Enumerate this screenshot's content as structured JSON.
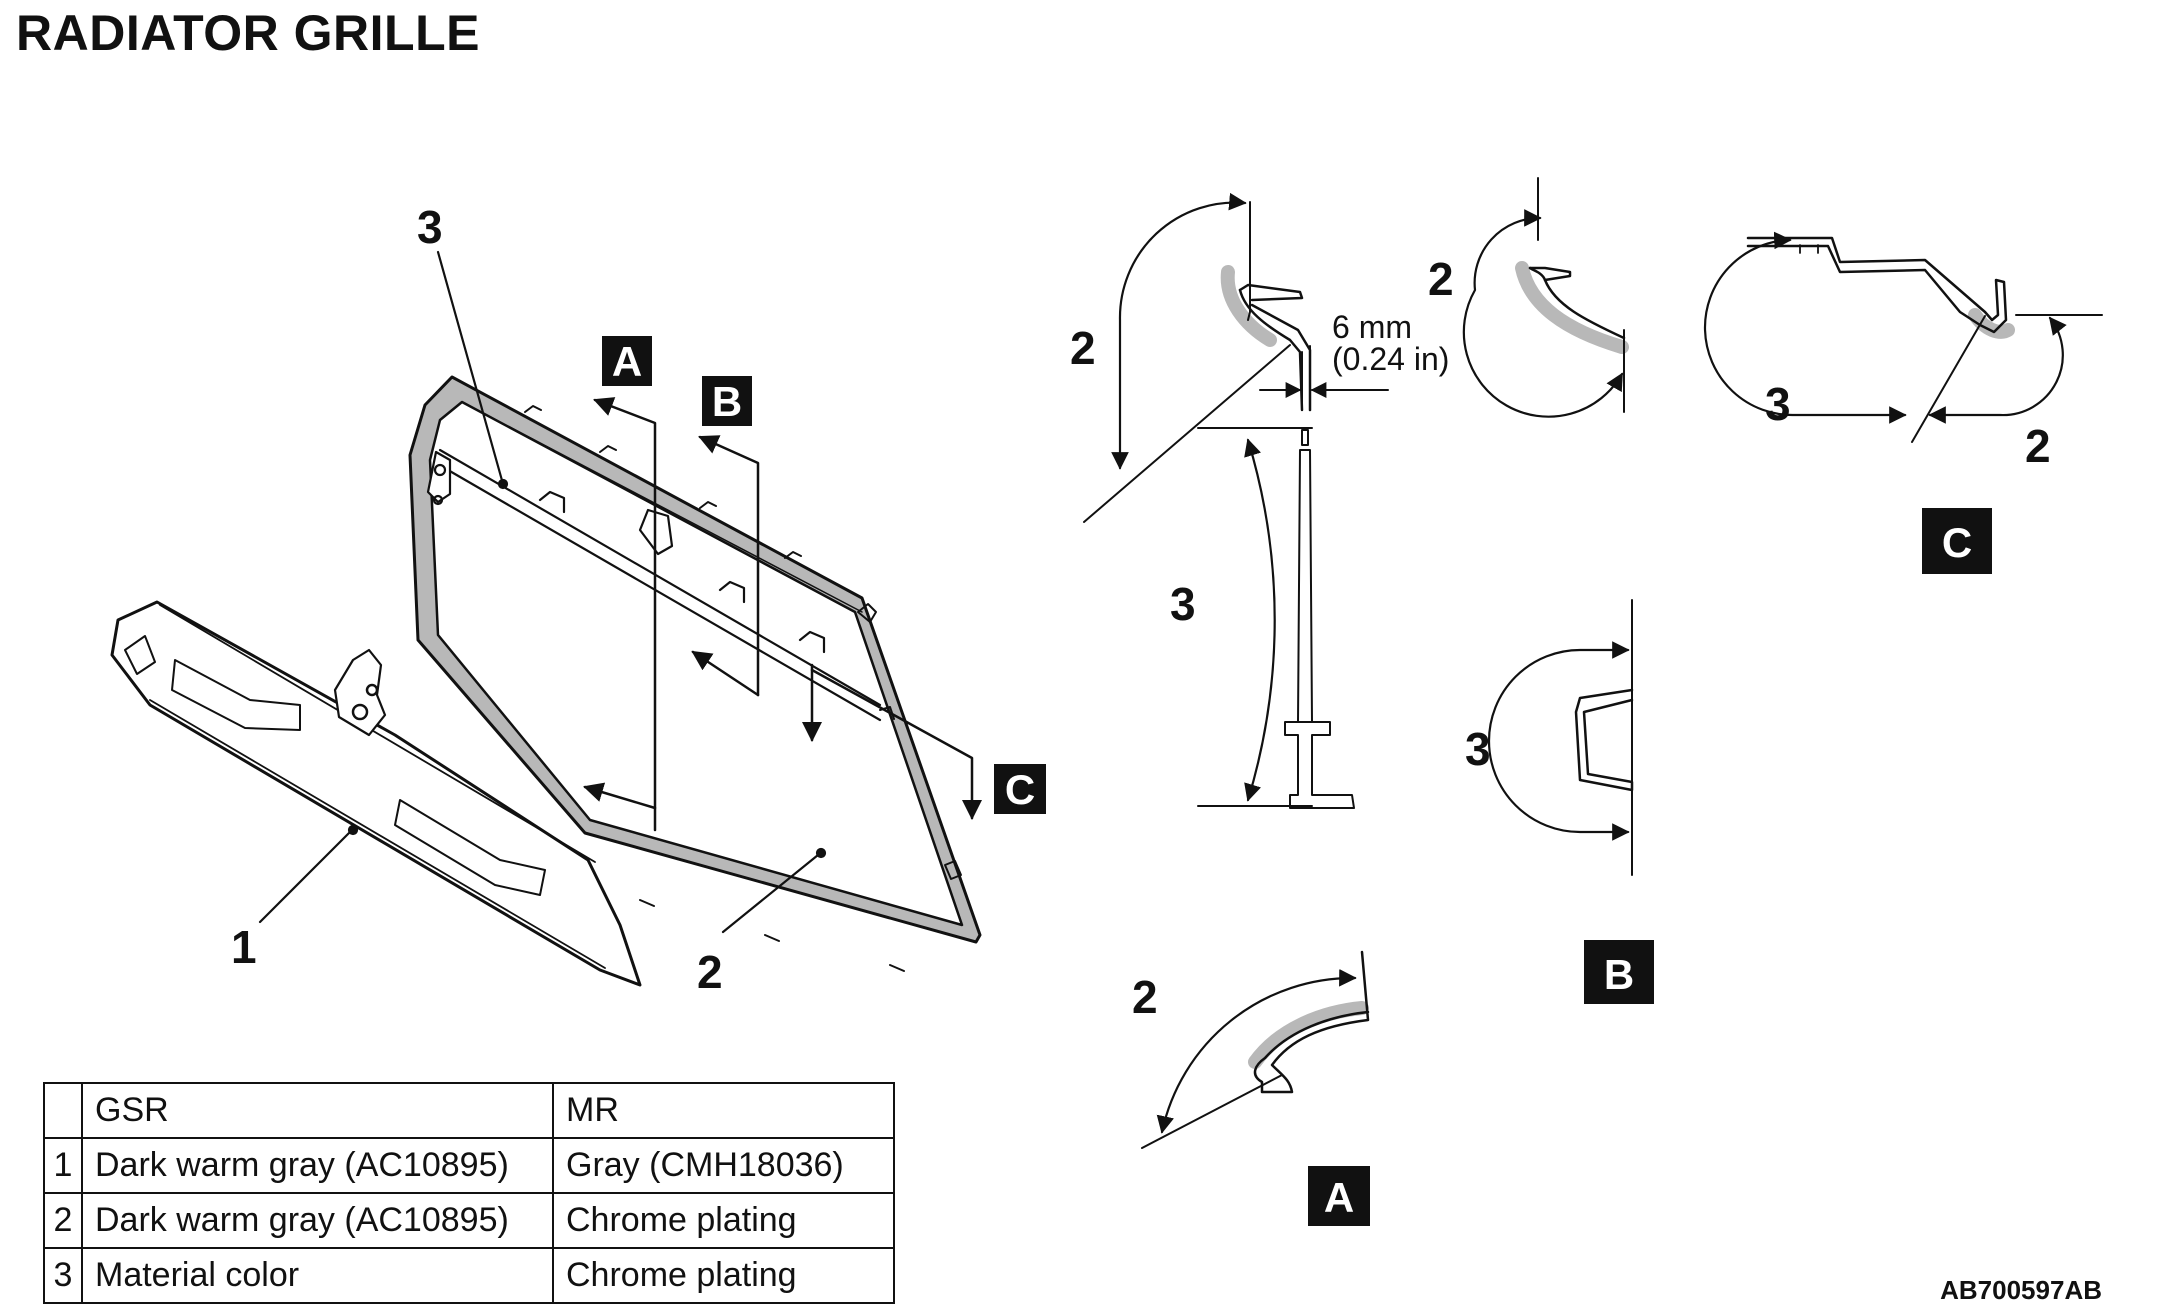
{
  "title": "RADIATOR GRILLE",
  "reference_code": "AB700597AB",
  "measurement": {
    "value": "6 mm",
    "imperial": "(0.24 in)"
  },
  "callouts": {
    "main_1": "1",
    "main_2": "2",
    "main_3": "3",
    "a_top_2": "2",
    "a_top_3": "3",
    "a_bottom_2": "2",
    "b_top_2": "2",
    "b_bottom_3": "3",
    "c_3": "3",
    "c_2": "2"
  },
  "view_labels": {
    "main_a": "A",
    "main_b": "B",
    "main_c": "C",
    "detail_a": "A",
    "detail_b": "B",
    "detail_c": "C"
  },
  "color_table": {
    "headers": [
      "",
      "GSR",
      "MR"
    ],
    "rows": [
      [
        "1",
        "Dark warm  gray (AC10895)",
        "Gray (CMH18036)"
      ],
      [
        "2",
        "Dark warm  gray (AC10895)",
        "Chrome plating"
      ],
      [
        "3",
        "Material color",
        "Chrome plating"
      ]
    ]
  },
  "colors": {
    "line": "#111111",
    "highlight": "#b8b8b8",
    "label_box": "#111111"
  }
}
